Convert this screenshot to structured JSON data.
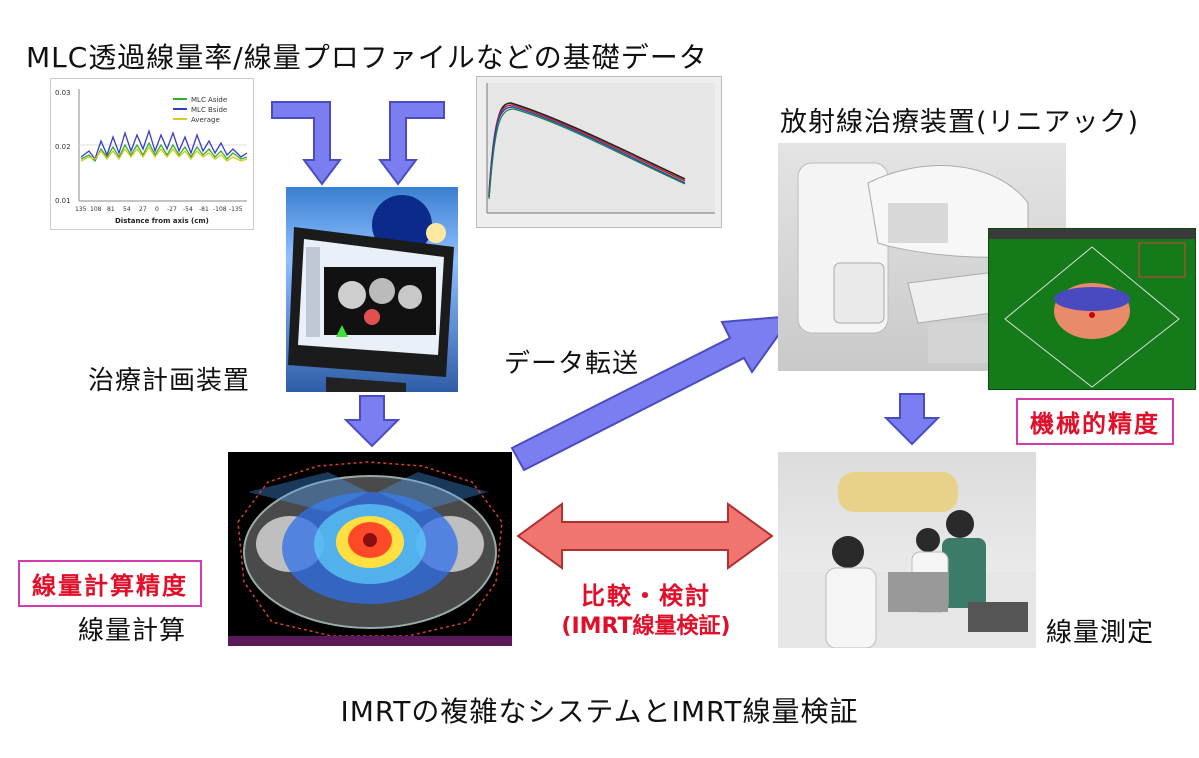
{
  "top_title": "MLC透過線量率/線量プロファイルなどの基礎データ",
  "chart_left": {
    "legend": [
      "MLC Aside",
      "MLC Bside",
      "Average"
    ],
    "y_ticks": [
      "0.03",
      "0.02",
      "0.01"
    ],
    "x_ticks": [
      "135",
      "108",
      "81",
      "54",
      "27",
      "0",
      "-27",
      "-54",
      "-81",
      "-108",
      "-135"
    ],
    "xlabel": "Distance from axis (cm)"
  },
  "linac_label": "放射線治療装置(リニアック)",
  "planning_label": "治療計画装置",
  "transfer_label": "データ転送",
  "mech_accuracy_label": "機械的精度",
  "dose_calc_accuracy_label": "線量計算精度",
  "dose_calc_label": "線量計算",
  "compare_line1": "比較・検討",
  "compare_line2": "(IMRT線量検証)",
  "dose_measure_label": "線量測定",
  "caption": "IMRTの複雑なシステムとIMRT線量検証",
  "colors": {
    "arrow_fill": "#7b7ef0",
    "arrow_stroke": "#4a4cc0",
    "double_arrow_fill": "#f07470",
    "double_arrow_stroke": "#b03030",
    "highlight_text": "#e0102a",
    "highlight_border": "#d33cb0"
  }
}
